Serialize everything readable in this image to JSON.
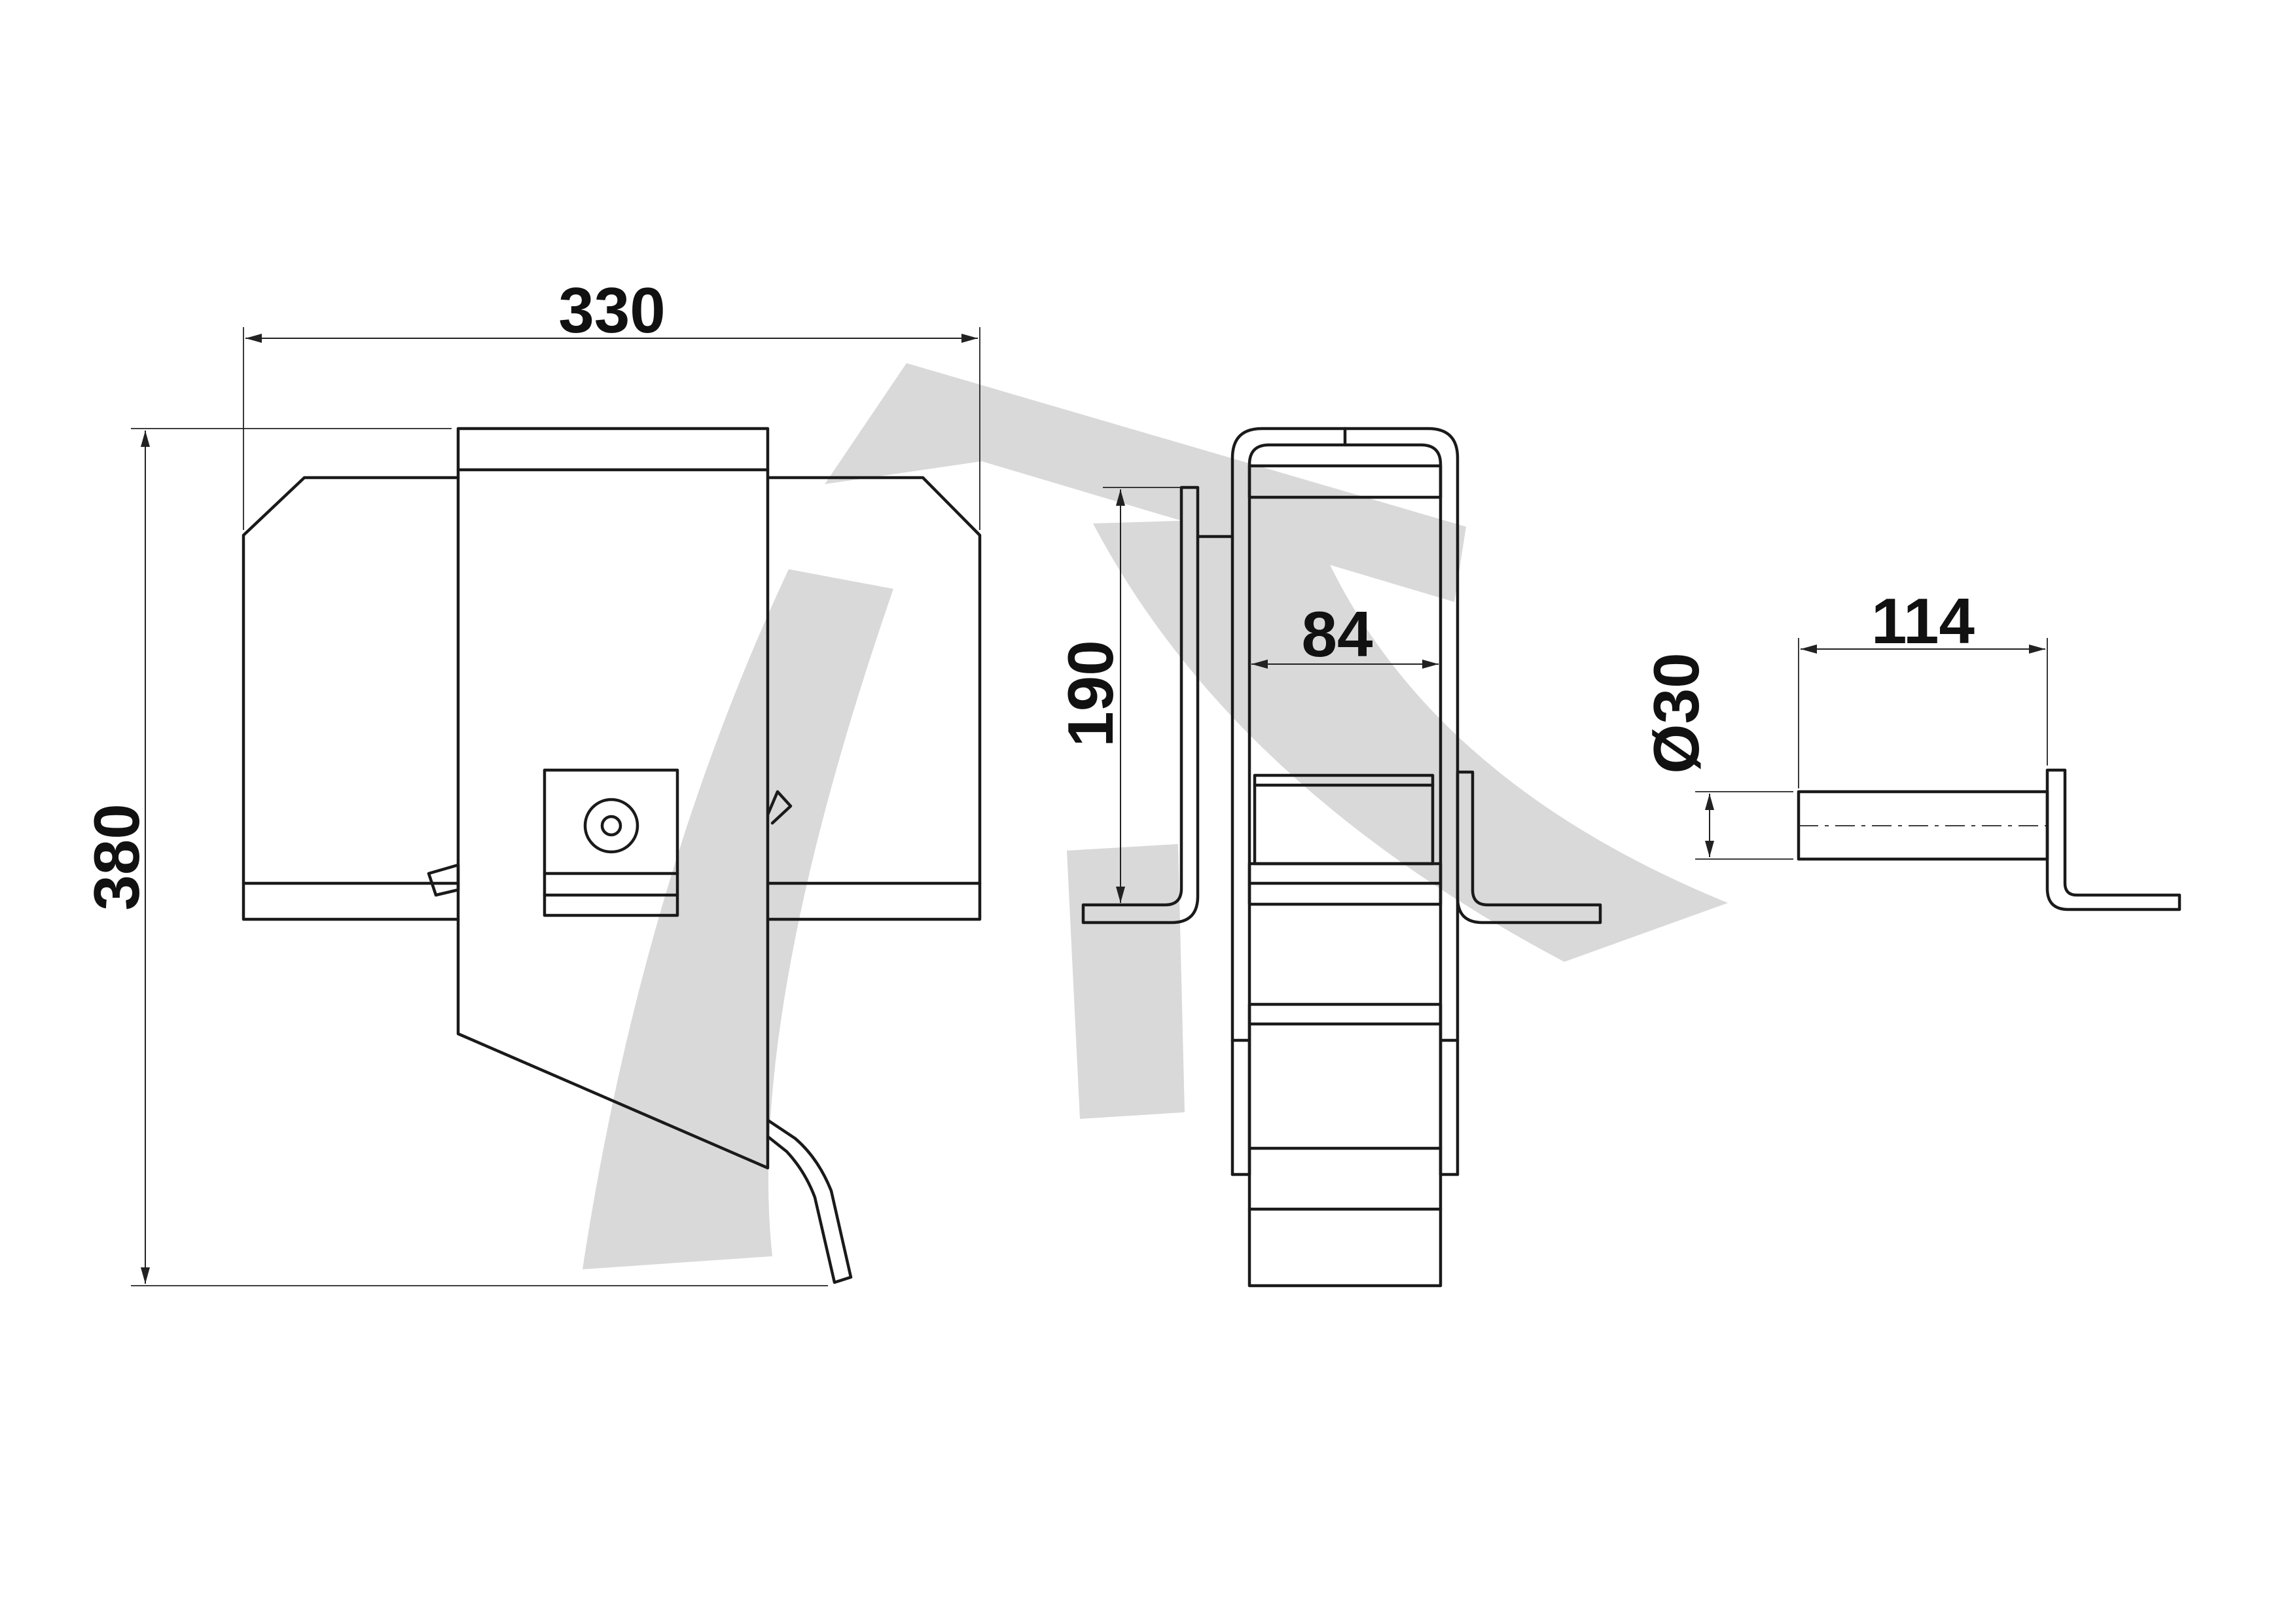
{
  "dimensions": {
    "overall_width": "330",
    "overall_height": "380",
    "frame_height": "190",
    "drum_width": "84",
    "handle_length": "114",
    "handle_diameter": "Ø30"
  },
  "colors": {
    "line": "#1a1a1a",
    "watermark": "#d9d9d9",
    "background": "#ffffff"
  },
  "icons": {
    "watermark": "logo-watermark"
  }
}
